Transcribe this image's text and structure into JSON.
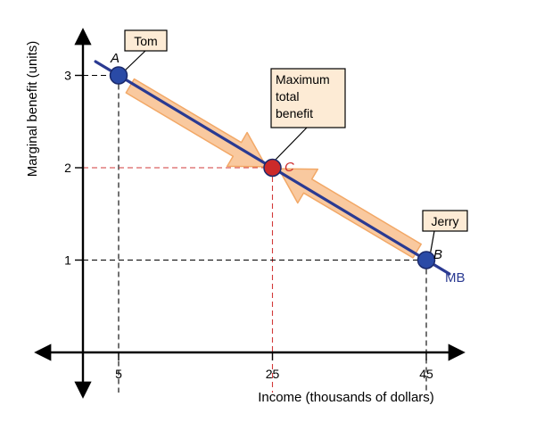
{
  "chart_data": {
    "type": "line",
    "title": "",
    "xlabel": "Income (thousands of dollars)",
    "ylabel": "Marginal benefit (units)",
    "xticks": [
      5,
      25,
      45
    ],
    "yticks": [
      1,
      2,
      3
    ],
    "series": [
      {
        "name": "MB",
        "x": [
          5,
          45
        ],
        "y": [
          3,
          1
        ],
        "color": "#2a3a92"
      }
    ],
    "points": [
      {
        "label": "A",
        "x": 5,
        "y": 3,
        "color": "#2a4aa6"
      },
      {
        "label": "C",
        "x": 25,
        "y": 2,
        "color": "#cc2a2a"
      },
      {
        "label": "B",
        "x": 45,
        "y": 1,
        "color": "#2a4aa6"
      }
    ],
    "annotations": [
      {
        "text": "Tom"
      },
      {
        "text": [
          "Maximum",
          "total",
          "benefit"
        ]
      },
      {
        "text": "Jerry"
      }
    ],
    "colors": {
      "curve": "#2a3a92",
      "arrow_fill": "#f9c79a",
      "arrow_stroke": "#f2a45f",
      "point_blue": "#2a4aa6",
      "point_red": "#cc2a2a",
      "guide_red": "#d23a3a",
      "callout_fill": "#fdebd5"
    }
  }
}
